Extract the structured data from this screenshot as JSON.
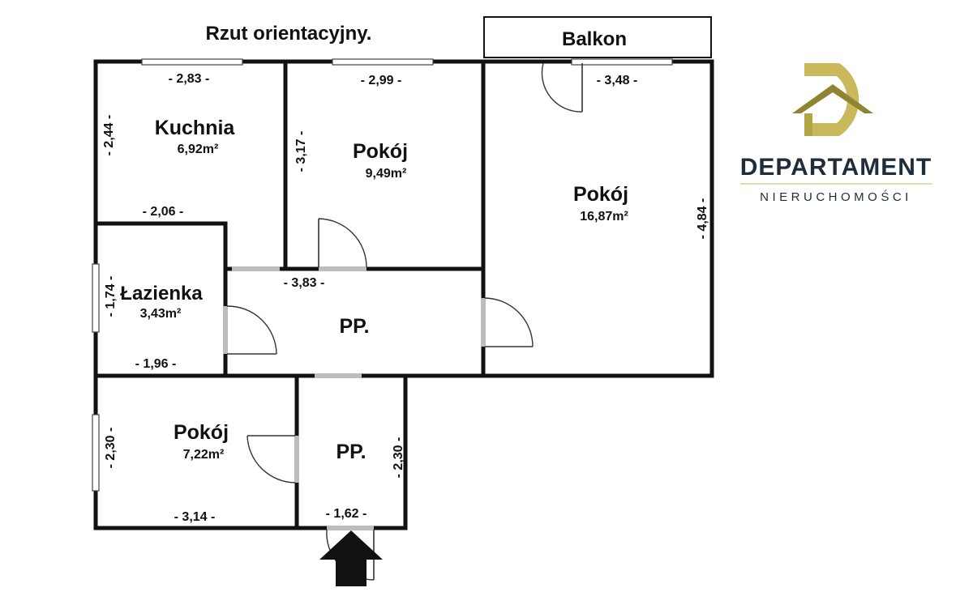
{
  "plan": {
    "title": "Rzut orientacyjny.",
    "balcony_label": "Balkon",
    "rooms": {
      "kitchen": {
        "name": "Kuchnia",
        "area": "6,92m²"
      },
      "room_mid": {
        "name": "Pokój",
        "area": "9,49m²"
      },
      "room_big": {
        "name": "Pokój",
        "area": "16,87m²"
      },
      "bathroom": {
        "name": "Łazienka",
        "area": "3,43m²"
      },
      "hall": {
        "name": "PP."
      },
      "room_small": {
        "name": "Pokój",
        "area": "7,22m²"
      },
      "entry": {
        "name": "PP."
      }
    },
    "dimensions": {
      "kitchen_top": "- 2,83 -",
      "kitchen_side": "- 2,44 -",
      "kitchen_bottom": "- 2,06 -",
      "room_mid_top": "- 2,99 -",
      "room_mid_side": "- 3,17 -",
      "hall_top": "- 3,83 -",
      "room_big_top": "- 3,48 -",
      "room_big_side": "- 4,84 -",
      "bath_side": "- 1,74 -",
      "bath_bottom": "- 1,96 -",
      "small_side": "- 2,30 -",
      "small_bottom": "- 3,14 -",
      "entry_side": "- 2,30 -",
      "entry_bottom": "- 1,62 -"
    }
  },
  "logo": {
    "name": "DEPARTAMENT",
    "sub": "NIERUCHOMOŚCI",
    "colors": {
      "gold": "#c9b95a",
      "gold_dark": "#8f8432",
      "navy": "#1f2d3a"
    }
  }
}
